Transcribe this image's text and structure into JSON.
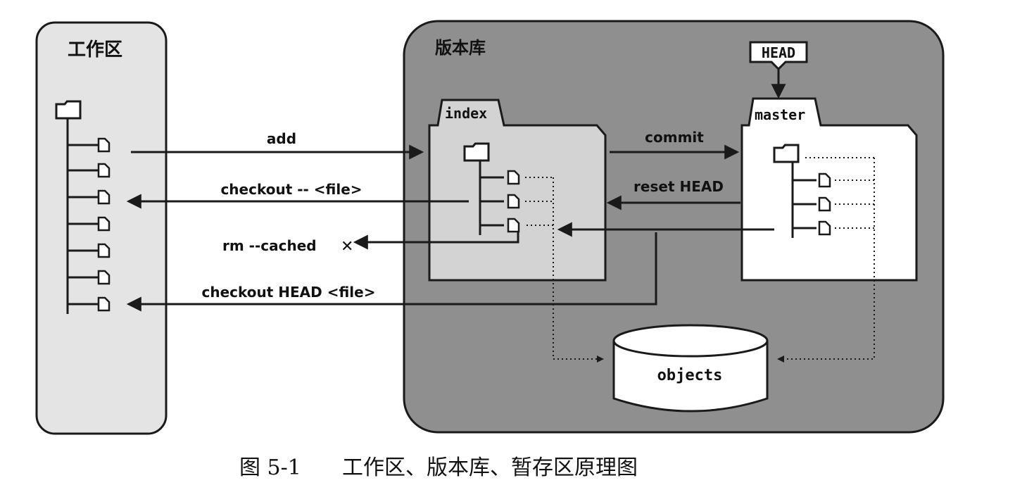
{
  "workspace": {
    "title": "工作区"
  },
  "repository": {
    "title": "版本库"
  },
  "head_tag": {
    "label": "HEAD"
  },
  "index_folder": {
    "label": "index"
  },
  "master_folder": {
    "label": "master"
  },
  "objects_store": {
    "label": "objects"
  },
  "commands": {
    "add": "add",
    "checkout_file": "checkout -- <file>",
    "rm_cached": "rm --cached",
    "checkout_head_file": "checkout HEAD <file>",
    "commit": "commit",
    "reset_head": "reset HEAD"
  },
  "caption": {
    "figure_number": "图 5-1",
    "text": "工作区、版本库、暂存区原理图"
  },
  "colors": {
    "workspace_fill": "#e4e4e4",
    "repository_fill": "#8f8f8f",
    "index_fill": "#d3d3d3",
    "master_fill": "#ffffff",
    "line": "#1a1a1a"
  }
}
